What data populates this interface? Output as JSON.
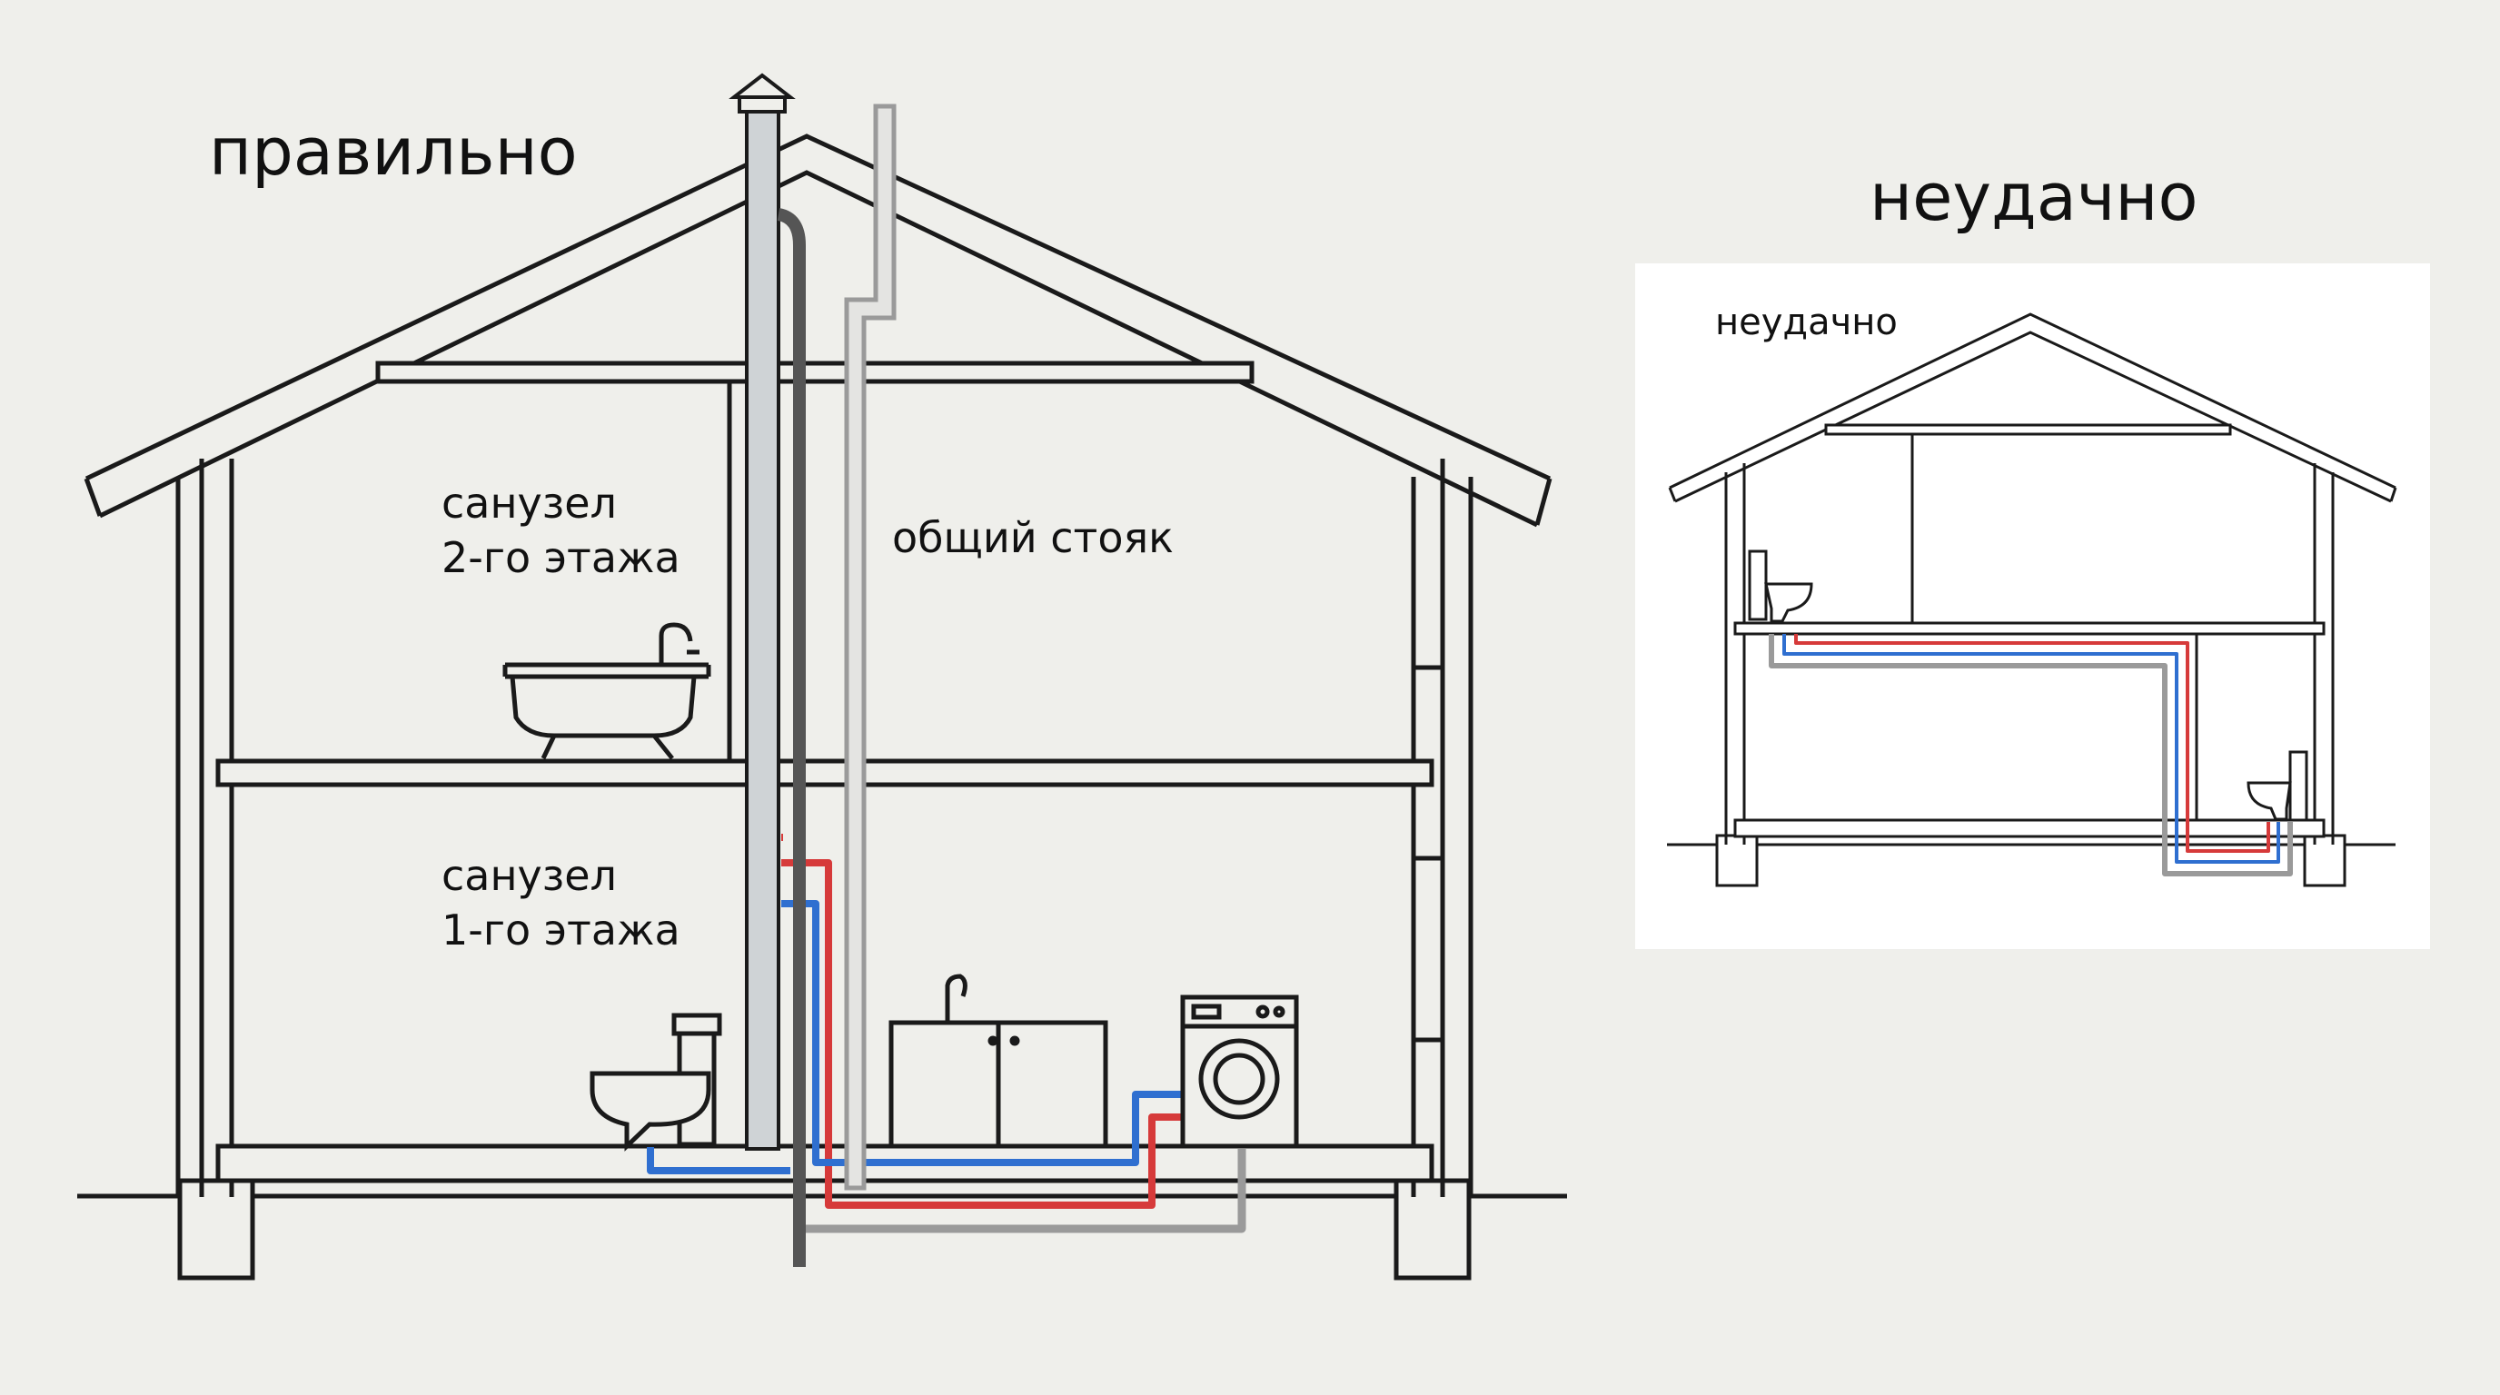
{
  "left_panel": {
    "title": "правильно",
    "bathroom_2nd_line1": "санузел",
    "bathroom_2nd_line2": "2-го этажа",
    "bathroom_1st_line1": "санузел",
    "bathroom_1st_line2": "1-го этажа",
    "riser_label": "общий стояк"
  },
  "right_panel": {
    "title": "неудачно",
    "inset_title": "неудачно"
  },
  "colors": {
    "background": "#efefeb",
    "inset_background": "#ffffff",
    "outline": "#1a1a1a",
    "cold_pipe": "#2f6fd0",
    "hot_pipe": "#d63a3a",
    "drain_pipe": "#9a9a9a",
    "riser_fill": "#cfd3d6"
  }
}
